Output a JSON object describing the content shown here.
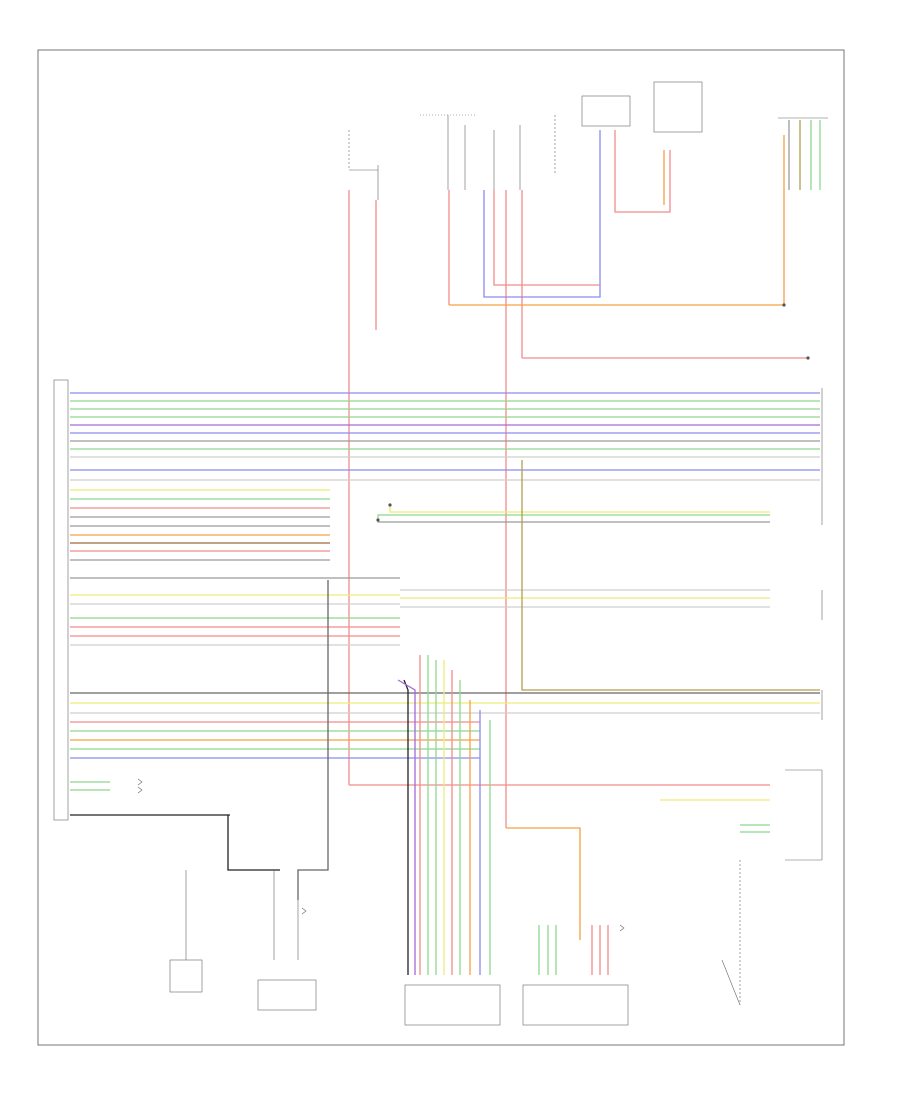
{
  "legend_notes": [],
  "footer_code": "",
  "wire_colors": {
    "red": "#f28c8c",
    "green": "#8fd88f",
    "blue": "#8a8cf0",
    "yellow": "#ecec7a",
    "orange": "#f5a142",
    "brown": "#9a6a3a",
    "gray": "#9a9a9a",
    "black": "#222222",
    "purple": "#a56ad6",
    "olive": "#b0a050",
    "white": "#cfcfcf",
    "frame": "#555555"
  },
  "components": [
    {
      "id": "fuse-top-a",
      "labels": []
    },
    {
      "id": "fuse-top-b",
      "labels": []
    },
    {
      "id": "fuse-top-c",
      "labels": []
    },
    {
      "id": "junction-box-top",
      "labels": []
    },
    {
      "id": "module-top-right",
      "labels": []
    },
    {
      "id": "connector-top-right",
      "labels": []
    },
    {
      "id": "left-connector",
      "labels": []
    },
    {
      "id": "right-connector",
      "labels": []
    },
    {
      "id": "bottom-sensor-left",
      "labels": []
    },
    {
      "id": "bottom-module-mid",
      "labels": []
    },
    {
      "id": "bottom-connector-center",
      "labels": []
    },
    {
      "id": "bottom-connector-right",
      "labels": []
    },
    {
      "id": "bottom-sensor-right",
      "labels": []
    }
  ],
  "icons": {
    "ground": "ground-symbol-icon",
    "splice": "splice-dot-icon",
    "connector": "connector-arrow-icon"
  }
}
